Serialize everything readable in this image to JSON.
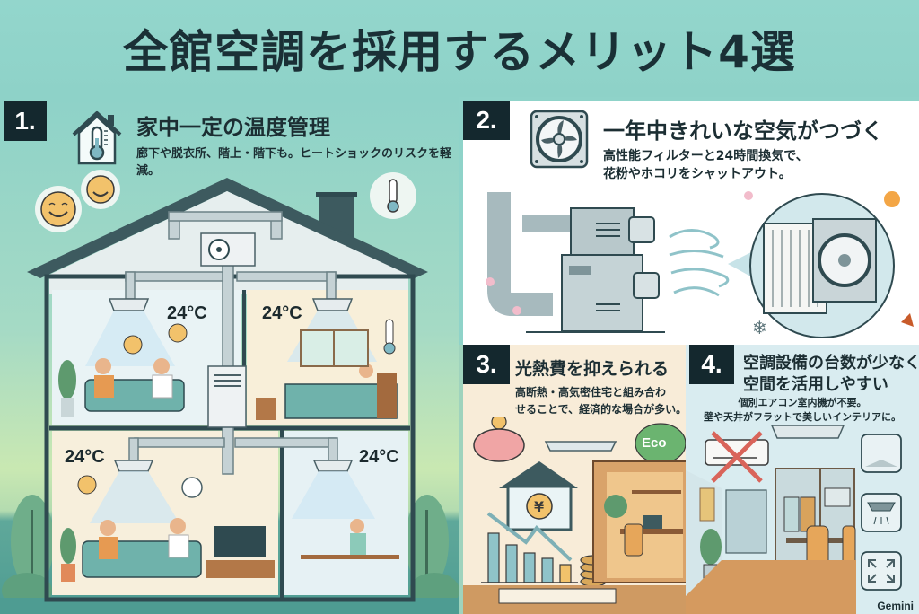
{
  "title": "全館空調を採用するメリット4選",
  "colors": {
    "background": "#8fd3c9",
    "badge": "#14282e",
    "title_text": "#1a3036",
    "panel2_bg": "#ffffff",
    "panel3_bg": "#f8ecd8",
    "panel4_bg": "#d9ecf0"
  },
  "panels": [
    {
      "number": "1.",
      "icon": "house-thermometer-icon",
      "title": "家中一定の温度管理",
      "subtitle": "廊下や脱衣所、階上・階下も。ヒートショックのリスクを軽減。",
      "illustration": {
        "temperatures": [
          "24°C",
          "24°C",
          "24°C",
          "24°C"
        ]
      }
    },
    {
      "number": "2.",
      "icon": "ventilation-fan-icon",
      "title": "一年中きれいな空気がつづく",
      "subtitle_lines": [
        "高性能フィルターと24時間換気で、",
        "花粉やホコリをシャットアウト。"
      ]
    },
    {
      "number": "3.",
      "title": "光熱費を抑えられる",
      "subtitle_lines": [
        "高断熱・高気密住宅と組み合わ",
        "せることで、経済的な場合が多い。"
      ],
      "illustration": {
        "eco_badge": "Eco",
        "currency_symbol": "¥"
      }
    },
    {
      "number": "4.",
      "title_lines": [
        "空調設備の台数が少なく",
        "空間を活用しやすい"
      ],
      "subtitle_lines": [
        "個別エアコン室内機が不要。",
        "壁や天井がフラットで美しいインテリアに。"
      ]
    }
  ],
  "watermark": "Gemini"
}
